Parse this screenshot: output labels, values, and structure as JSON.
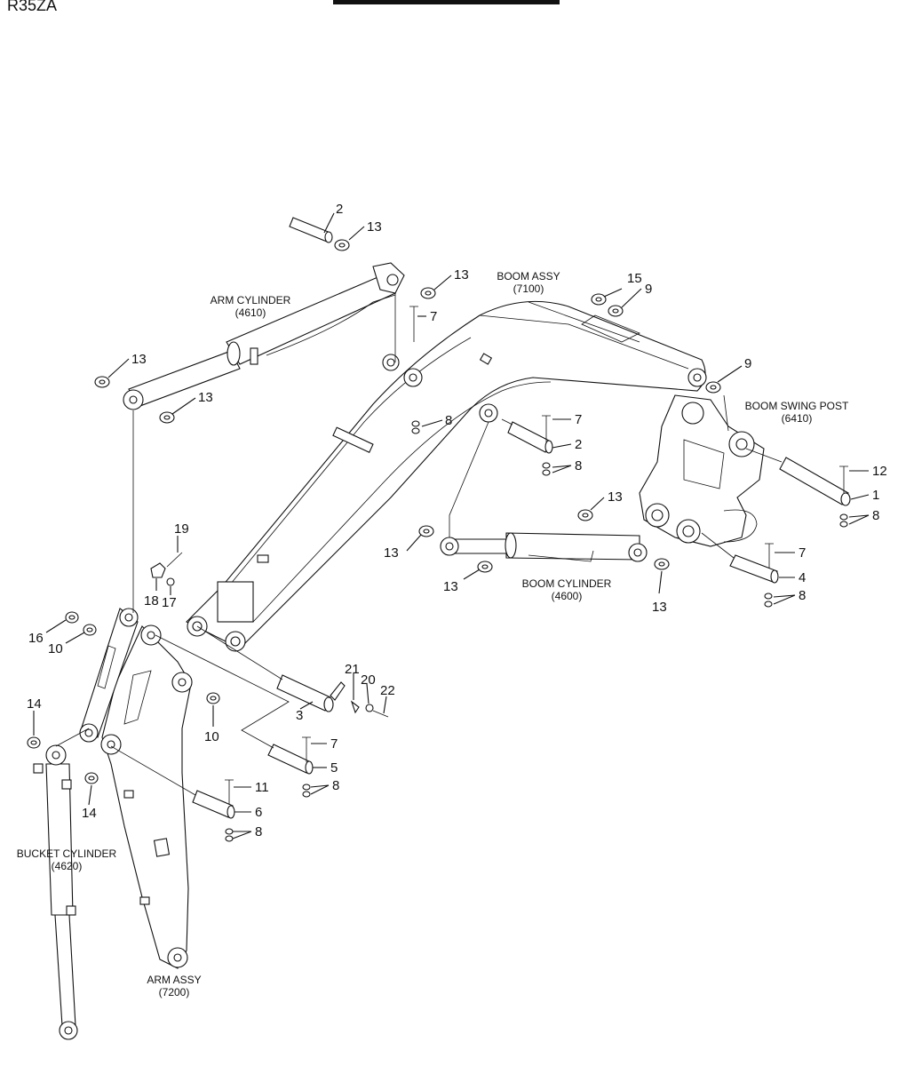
{
  "header": {
    "model": "R35ZA"
  },
  "assemblies": [
    {
      "id": "arm-cylinder",
      "name": "ARM CYLINDER",
      "code": "(4610)"
    },
    {
      "id": "boom-assy",
      "name": "BOOM ASSY",
      "code": "(7100)"
    },
    {
      "id": "boom-swing-post",
      "name": "BOOM SWING POST",
      "code": "(6410)"
    },
    {
      "id": "boom-cylinder",
      "name": "BOOM CYLINDER",
      "code": "(4600)"
    },
    {
      "id": "bucket-cylinder",
      "name": "BUCKET CYLINDER",
      "code": "(4620)"
    },
    {
      "id": "arm-assy",
      "name": "ARM ASSY",
      "code": "(7200)"
    }
  ],
  "callouts": [
    "2",
    "13",
    "13",
    "7",
    "15",
    "9",
    "13",
    "13",
    "8",
    "7",
    "2",
    "8",
    "9",
    "12",
    "1",
    "8",
    "13",
    "19",
    "13",
    "13",
    "7",
    "4",
    "8",
    "13",
    "18",
    "17",
    "16",
    "10",
    "21",
    "20",
    "22",
    "3",
    "10",
    "14",
    "7",
    "5",
    "8",
    "11",
    "14",
    "6",
    "8"
  ]
}
